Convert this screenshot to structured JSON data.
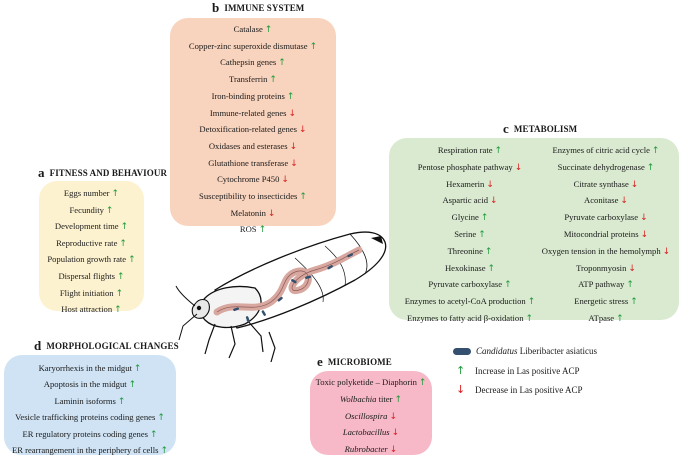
{
  "immune": {
    "letter": "b",
    "title": "IMMUNE SYSTEM",
    "color": "#f8d3bd",
    "items": [
      {
        "text": "Catalase",
        "dir": "up"
      },
      {
        "text": "Copper-zinc superoxide dismutase",
        "dir": "up"
      },
      {
        "text": "Cathepsin genes",
        "dir": "up"
      },
      {
        "text": "Transferrin",
        "dir": "up"
      },
      {
        "text": "Iron-binding proteins",
        "dir": "up"
      },
      {
        "text": "Immune-related genes",
        "dir": "down"
      },
      {
        "text": "Detoxification-related genes",
        "dir": "down"
      },
      {
        "text": "Oxidases and esterases",
        "dir": "down"
      },
      {
        "text": "Glutathione transferase",
        "dir": "down"
      },
      {
        "text": "Cytochrome P450",
        "dir": "down"
      },
      {
        "text": "Susceptibility to insecticides",
        "dir": "up"
      },
      {
        "text": "Melatonin",
        "dir": "down"
      },
      {
        "text": "ROS",
        "dir": "up"
      }
    ]
  },
  "fitness": {
    "letter": "a",
    "title": "FITNESS AND BEHAVIOUR",
    "color": "#fdf2cf",
    "items": [
      {
        "text": "Eggs number",
        "dir": "up"
      },
      {
        "text": "Fecundity",
        "dir": "up"
      },
      {
        "text": "Development time",
        "dir": "up"
      },
      {
        "text": "Reproductive rate",
        "dir": "up"
      },
      {
        "text": "Population growth rate",
        "dir": "up"
      },
      {
        "text": "Dispersal flights",
        "dir": "up"
      },
      {
        "text": "Flight initiation",
        "dir": "up"
      },
      {
        "text": "Host attraction",
        "dir": "up"
      }
    ]
  },
  "metabolism": {
    "letter": "c",
    "title": "METABOLISM",
    "color": "#d9ead0",
    "left": [
      {
        "text": "Respiration rate",
        "dir": "up"
      },
      {
        "text": "Pentose phosphate pathway",
        "dir": "down"
      },
      {
        "text": "Hexamerin",
        "dir": "down"
      },
      {
        "text": "Aspartic acid",
        "dir": "down"
      },
      {
        "text": "Glycine",
        "dir": "up"
      },
      {
        "text": "Serine",
        "dir": "up"
      },
      {
        "text": "Threonine",
        "dir": "up"
      },
      {
        "text": "Hexokinase",
        "dir": "up"
      },
      {
        "text": "Pyruvate carboxylase",
        "dir": "up"
      },
      {
        "text": "Enzymes to acetyl-CoA production",
        "dir": "up"
      },
      {
        "text": "Enzymes to fatty acid β-oxidation",
        "dir": "up"
      }
    ],
    "right": [
      {
        "text": "Enzymes of citric acid cycle",
        "dir": "up"
      },
      {
        "text": "Succinate dehydrogenase",
        "dir": "up"
      },
      {
        "text": "Citrate synthase",
        "dir": "down"
      },
      {
        "text": "Aconitase",
        "dir": "down"
      },
      {
        "text": "Pyruvate carboxylase",
        "dir": "down"
      },
      {
        "text": "Mitocondrial proteins",
        "dir": "down"
      },
      {
        "text": "Oxygen tension in the hemolymph",
        "dir": "down"
      },
      {
        "text": "Troponmyosin",
        "dir": "down"
      },
      {
        "text": "ATP pathway",
        "dir": "up"
      },
      {
        "text": "Energetic stress",
        "dir": "up"
      },
      {
        "text": "ATpase",
        "dir": "up"
      }
    ]
  },
  "morphology": {
    "letter": "d",
    "title": "MORPHOLOGICAL CHANGES",
    "color": "#cfe3f4",
    "items": [
      {
        "text": "Karyorrhexis in the midgut",
        "dir": "up"
      },
      {
        "text": "Apoptosis in the midgut",
        "dir": "up"
      },
      {
        "text": "Laminin isoforms",
        "dir": "up"
      },
      {
        "text": "Vesicle trafficking proteins coding genes",
        "dir": "up"
      },
      {
        "text": "ER regulatory proteins coding genes",
        "dir": "up"
      },
      {
        "text": "ER rearrangement in the periphery of cells",
        "dir": "up"
      }
    ]
  },
  "microbiome": {
    "letter": "e",
    "title": "MICROBIOME",
    "color": "#f7b9c8",
    "items": [
      {
        "text": "Toxic polyketide – Diaphorin",
        "dir": "up",
        "italic": false
      },
      {
        "text": "Wolbachia",
        "suffix": " titer",
        "dir": "up",
        "italic": true
      },
      {
        "text": "Oscillospira",
        "dir": "down",
        "italic": true
      },
      {
        "text": "Lactobacillus",
        "dir": "down",
        "italic": true
      },
      {
        "text": "Rubrobacter",
        "dir": "down",
        "italic": true
      }
    ]
  },
  "legend": {
    "bacterium_italic": "Candidatus",
    "bacterium_rest": " Liberibacter asiaticus",
    "increase": "Increase in Las positive ACP",
    "decrease": "Decrease in Las positive ACP"
  },
  "colors": {
    "up": "#1e9a3a",
    "down": "#d92020",
    "bacterium": "#35506f",
    "gut": "#d8a8a0"
  },
  "arrows": {
    "up": "↑",
    "down": "↓"
  },
  "icons": {
    "insect": "psyllid-insect-illustration",
    "bacterium": "bacterium-icon"
  }
}
